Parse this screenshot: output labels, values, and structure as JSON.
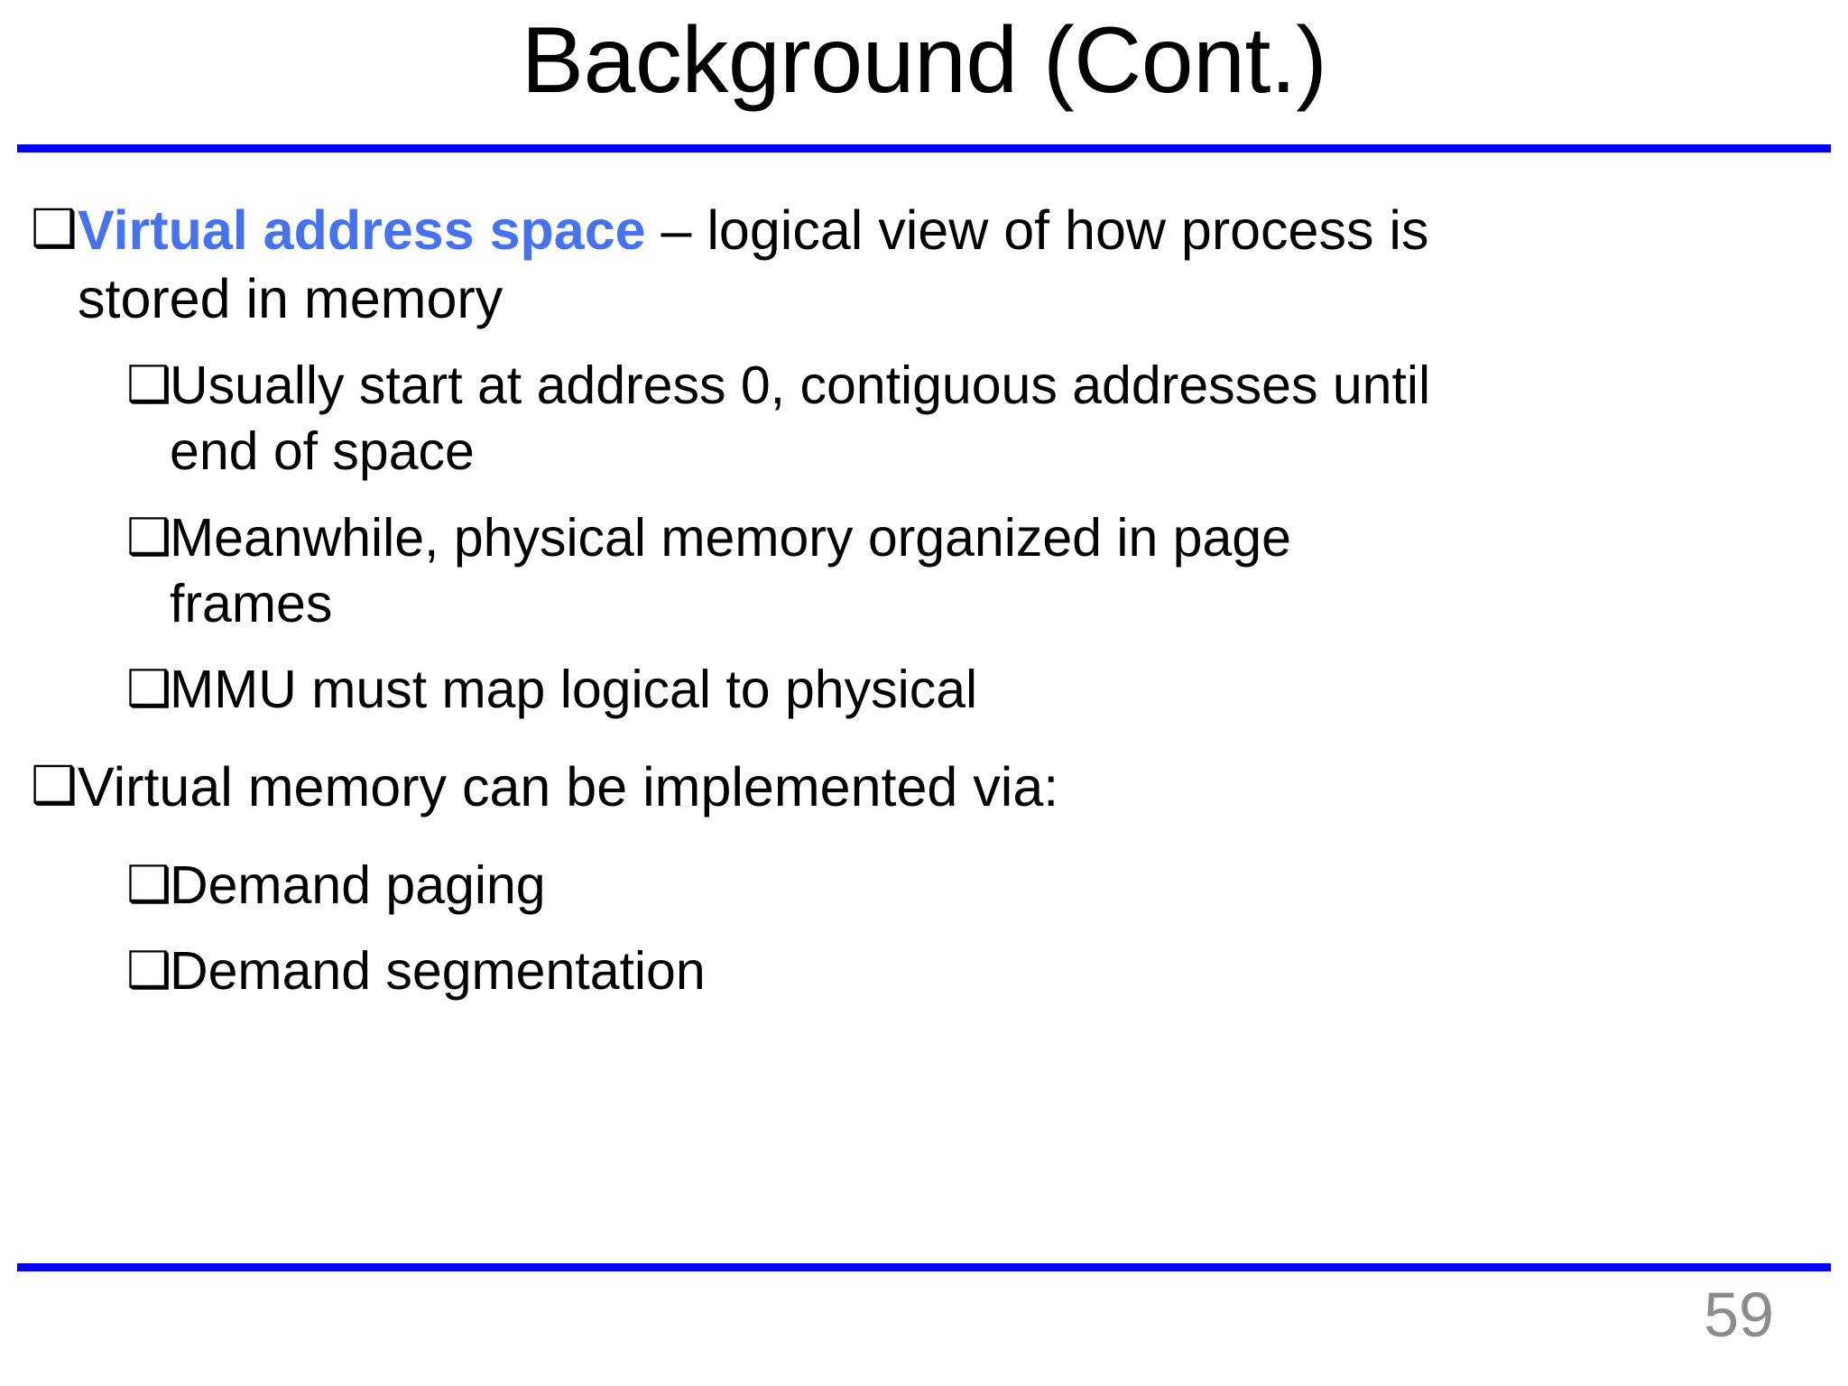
{
  "slide": {
    "title": "Background (Cont.)",
    "page_number": "59",
    "accent_color": "#0000ff",
    "keyword_color": "#4472f0",
    "page_number_color": "#8c8c8c",
    "bullet_marker": "❑"
  },
  "content": {
    "bullets": [
      {
        "level": 1,
        "marker": "❑",
        "keyword": "Virtual address space",
        "rest": " – logical view of how process is",
        "continuation": "stored in memory",
        "justified": true
      },
      {
        "level": 2,
        "marker": "❑",
        "text": "Usually start at address 0, contiguous addresses until",
        "continuation": "end of space",
        "justified": true
      },
      {
        "level": 2,
        "marker": "❑",
        "text": "Meanwhile, physical memory organized in page",
        "continuation": "frames",
        "justified": true
      },
      {
        "level": 2,
        "marker": "❑",
        "text": "MMU must map logical to physical",
        "continuation": "",
        "justified": false
      },
      {
        "level": 1,
        "marker": "❑",
        "text": "Virtual memory can be implemented via:",
        "continuation": "",
        "justified": false
      },
      {
        "level": 2,
        "marker": "❑",
        "text": "Demand paging",
        "continuation": "",
        "justified": false
      },
      {
        "level": 2,
        "marker": "❑",
        "text": "Demand segmentation",
        "continuation": "",
        "justified": false
      }
    ]
  }
}
